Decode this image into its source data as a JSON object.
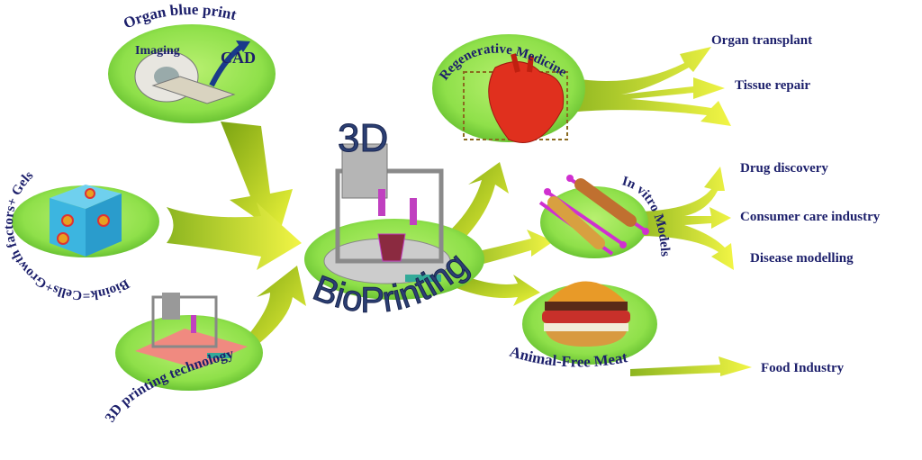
{
  "title_top": "3D",
  "title_bottom": "BioPrinting",
  "inputs": {
    "organ_blueprint": {
      "label": "Organ blue print",
      "imaging": "Imaging",
      "cad": "CAD"
    },
    "bioink": {
      "label": "Bioink=Cells+Growth factors+ Gels"
    },
    "printing_tech": {
      "label": "3D printing technology"
    }
  },
  "applications": {
    "regenerative": {
      "label": "Regenerative Medicine",
      "outputs": [
        "Organ transplant",
        "Tissue repair"
      ]
    },
    "in_vitro": {
      "label": "In vitro Models",
      "outputs": [
        "Drug discovery",
        "Consumer care industry",
        "Disease modelling"
      ]
    },
    "meat": {
      "label": "Animal-Free Meat",
      "outputs": [
        "Food Industry"
      ]
    }
  },
  "colors": {
    "ellipse": "#8fe04a",
    "arrow_start": "#6f9a10",
    "arrow_end": "#eef53a",
    "text": "#1c1f6b"
  }
}
